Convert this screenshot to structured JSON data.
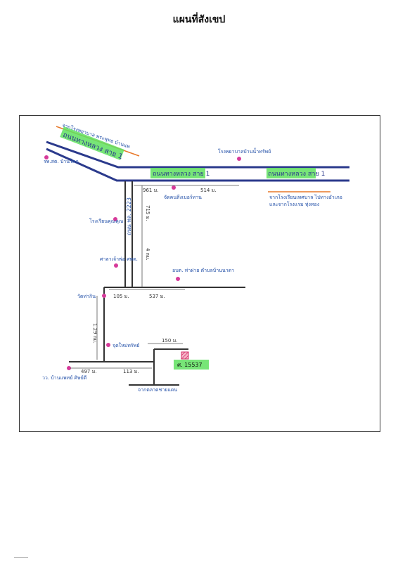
{
  "title": "แผนที่สังเขป",
  "roads": {
    "main_left": "ถนนทางหลวง สาย 1",
    "main_right_1": "ถนนทางหลวง สาย 1",
    "main_right_2": "ถนนทางหลวง สาย 1",
    "vertical_road": "ถนน ทล. 2223",
    "to_top": "จากโรงพยาบาล พระพุทธ บ้านแพ",
    "to_right": "จากโรงเรียนเทศบาล ไปทางอำเภอ",
    "to_right_2": "และจากโรงแรม ทุ่งทอง",
    "to_bottom": "จากตลาดชายแดน"
  },
  "places": {
    "health_station": "รพ.สต. บ้านโคก",
    "north_place": "โรงพยาบาลบ้านน้ำทรัพย์",
    "land_office": "จัดคนสิ่งเบอร์ทาน",
    "school": "โรงเรียนคุณคุณ",
    "temple_hall": "ศาลาเจ้าพ่อ ศพต.",
    "sao": "อบต. ท่าฝาย ตำบลบ้านนาดา",
    "temple": "วัดท่ากิน",
    "shrine": "จุดใหม่ทรัพย์",
    "village_bottom": "วว. บ้านแพทย์ ศิษย์ดี",
    "plot_label": "ศ. 15537"
  },
  "distances": {
    "d_top_left": "961 ม.",
    "d_top_right": "514 ม.",
    "d_vert_upper": "715 ม.",
    "d_vert_mid": "4 กม.",
    "d_junction_left": "105 ม.",
    "d_junction_right": "537 ม.",
    "d_left_vert": "1.29 กม.",
    "d_bottom_left": "497 ม.",
    "d_bottom_mid": "113 ม.",
    "d_plot": "150 ม."
  },
  "colors": {
    "road_blue": "#2b3a8c",
    "road_black": "#333333",
    "highlight_green": "#5fe05f",
    "marker_pink": "#d63a9a",
    "orange_arrow": "#e8792a",
    "label_blue": "#2350a8"
  }
}
